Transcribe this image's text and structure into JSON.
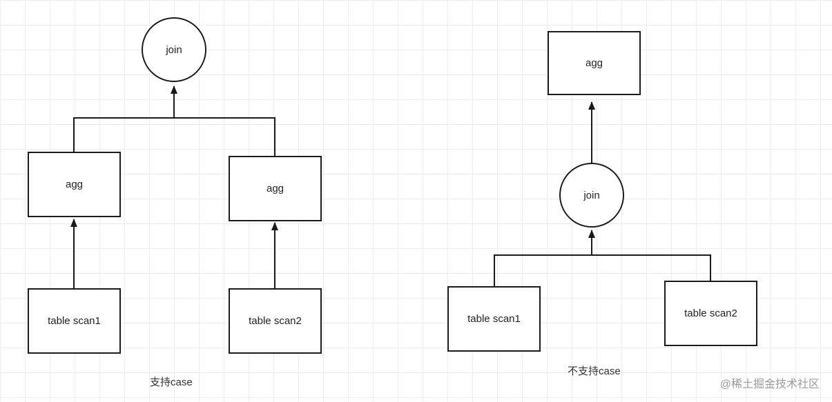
{
  "diagram_left": {
    "join": "join",
    "agg1": "agg",
    "agg2": "agg",
    "scan1": "table scan1",
    "scan2": "table scan2",
    "caption": "支持case"
  },
  "diagram_right": {
    "agg": "agg",
    "join": "join",
    "scan1": "table scan1",
    "scan2": "table scan2",
    "caption": "不支持case"
  },
  "watermark": "@稀土掘金技术社区",
  "colors": {
    "stroke": "#1a1a1a",
    "grid": "#ececec",
    "text": "#222222",
    "watermark": "#9a9a9a"
  }
}
